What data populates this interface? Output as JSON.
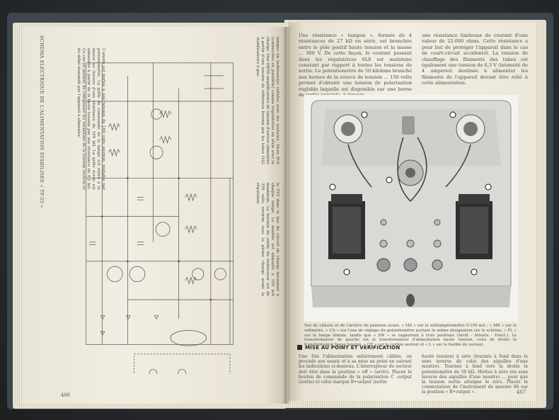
{
  "left_page": {
    "schematic_title": "SCHEMA ELECTRIQUE DE L'ALIMENTATION STABILISEE « TP-55 »",
    "page_number": "406",
    "side_text": "L'anode est portée à une tension de 100 volts environ, réglable par potentiomètre. La grille de commande de la lampe est reliée à la masse au travers d'une résistance de 100 kΩ. La grille écran est alimentée à partir de la haute tension par une résistance de 8,2 kΩ. Ce circuit permet de compenser les variations de la tension secteur et du débit demandé par l'appareil à alimenter.",
    "side_text_2": "lampes en redresseurs cellules avec les secteurs. Deux 6L6 (connectées en parallèle) comme régulatrices en série avec la charge. Une 6BH6 amplificatrice de tension d'erreur alimentée à partir d'une tension de référence fournie par les tubes OA2 stabilisateurs à gaz.",
    "side_text_3": "la 5Y3 dans le bas du circuit de charge incorporé à chaque lampe. Le modèle est alimenté à 150 mA maximum. La tension de sortie du redresseur est de 350 volts environ sous la pleine charge avant la régulation."
  },
  "right_page": {
    "page_number": "407",
    "col1": "Une résistance « tampon », formée de 4 résistances de 27 kΩ en série, est branchée entre le pôle positif haute tension et la masse ... 300 V. De cette façon, le courant passant dans les régulatrices 6L6 est maintenu constant par rapport à toutes les tensions de sortie. Le potentiomètre de 50 kilohms branché aux bornes de la source de tension ... 150 volts permet d'obtenir une tension de polarisation réglable laquelle est disponible sur une borne de sortie spéciale, à travers",
    "col2": "une résistance limiteuse de courant d'une valeur de 22.000 ohms. Cette résistance a pour but de protéger l'appareil dans le cas de court-circuit accidentel. La tension de chauffage des filaments des tubes est également une tension de 6,3 V (intensité de 4 ampères) destinée à alimenter les filaments de l'appareil devant être relié à cette alimentation.",
    "caption": "Vue du châssis et de l'arrière du panneau avant. « MA » sur le milliampèremètre 0-150 mA ; « MB » sur le voltmètre. « CA » sur l'axe de réglage du potentiomètre portant la même désignation sur le schéma. « PL » sur le lampe témoin, tandis que « SW » se rapportent à trois positions (Arrêt - Attente - Fonct.). Le transformateur de gauche est le transformateur d'alimentation haute tension, celui de droite le transformateur basse tension. « GE » sur le cordon secteur et « L » sur le fusible du secteur.",
    "section_title": "MISE AU POINT ET VERIFICATION",
    "col1_bottom": "Une fois l'alimentation entièrement câblée, on procède aux essais et à sa mise au point en suivant les indications ci-dessous. L'interrupteur du secteur doit être dans la position « off » (arrêt). Placez le bouton de commande de la polarisation C -output (sortie) et celui marqué B+output (sortie",
    "col2_bottom": "haute tension) à zéro (tournés à fond dans le sens inverse de celui des aiguilles d'une montre). Tournez à fond vers la droite le potentiomètre de 50 kΩ. Mettez à zéro (en sens inverse des aiguilles d'une montre) ... pour que la tension sortie atteigne le zéro. Placez le commutateur de l'instrument de mesure S6 sur la position « B+output »."
  }
}
